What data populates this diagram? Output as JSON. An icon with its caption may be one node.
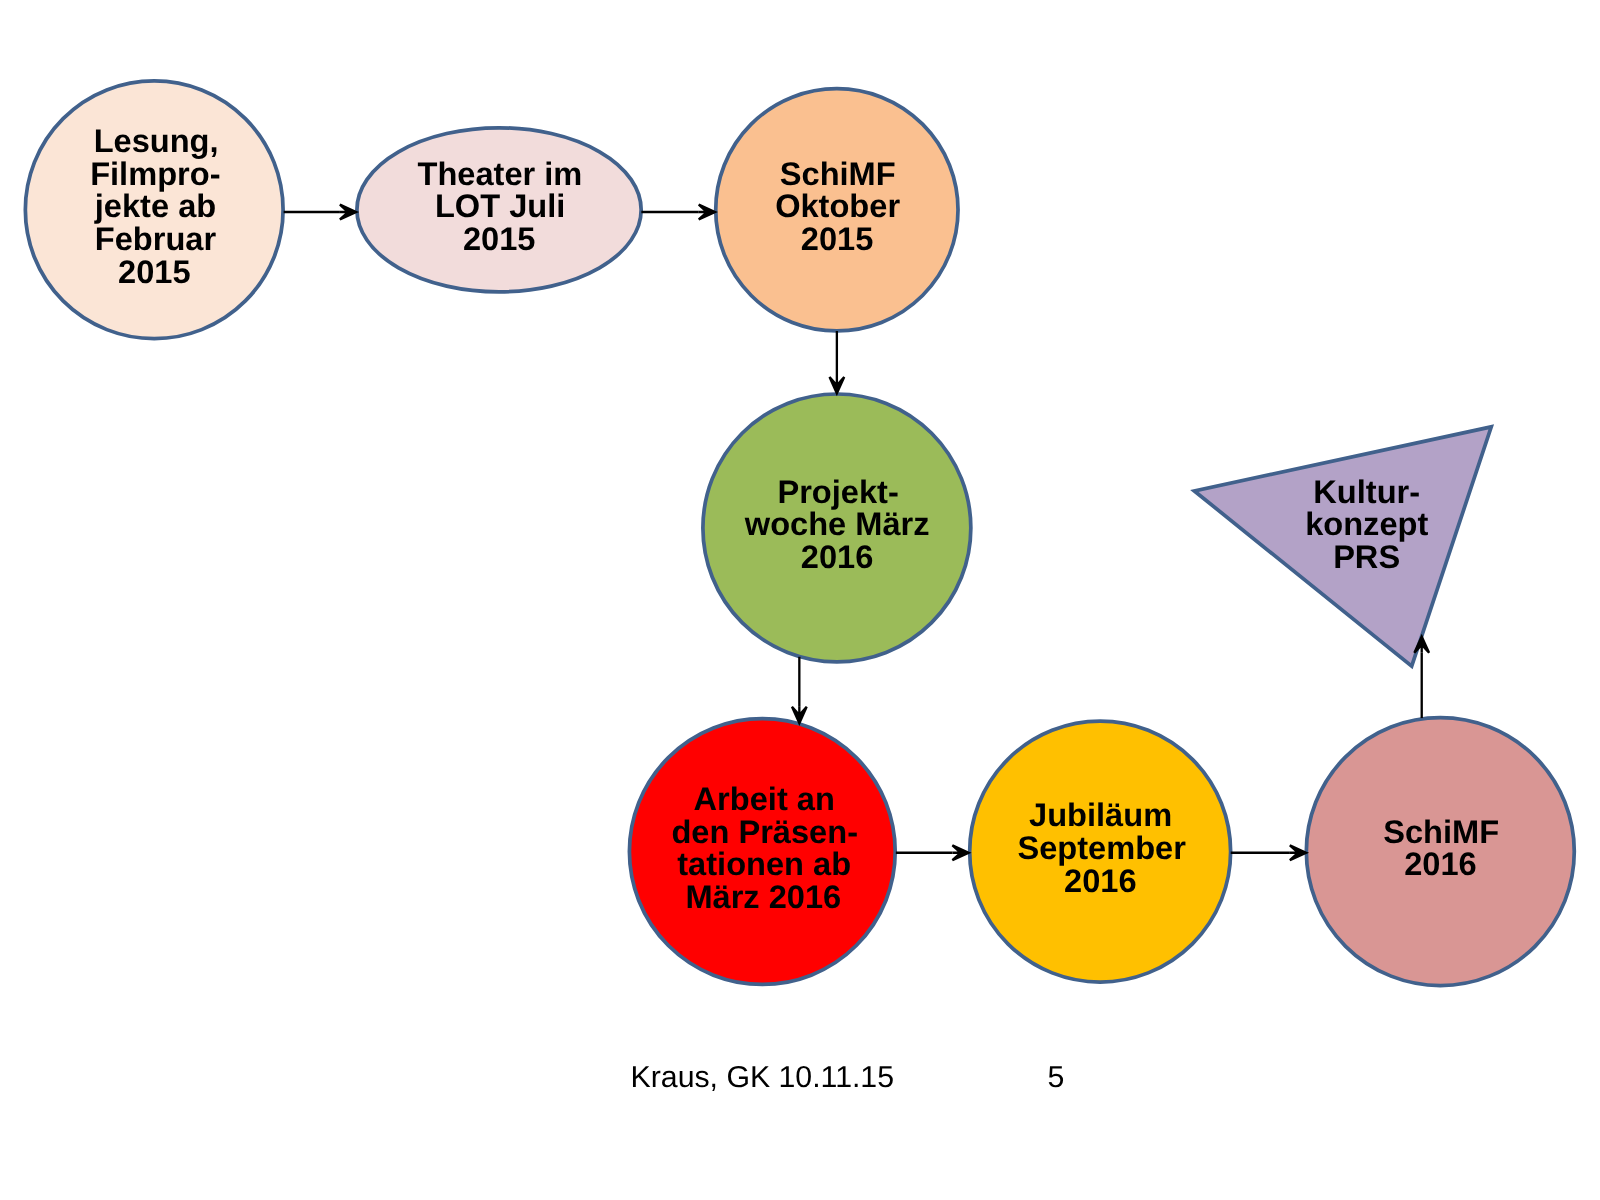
{
  "diagram": {
    "nodes": [
      {
        "text": [
          "Lesung, Filmpro- jekte ab Februar 2015"
        ]
      },
      {
        "text": [
          "Theater im LOT Juli 2015"
        ]
      },
      {
        "text": [
          "SchiMF Oktober 2015"
        ]
      },
      {
        "text": [
          "Projekt- woche März 2016"
        ]
      },
      {
        "text": [
          "Arbeit an den Präsen- tationen ab März 2016"
        ]
      },
      {
        "text": [
          "Jubiläum September 2016"
        ]
      },
      {
        "text": [
          "SchiMF 2016"
        ]
      },
      {
        "text": [
          "Kultur- konzept PRS"
        ]
      }
    ],
    "edges": [
      {
        "from": 0,
        "to": 1,
        "arrow": "to"
      },
      {
        "from": 1,
        "to": 2,
        "arrow": "to"
      },
      {
        "from": 2,
        "to": 3,
        "arrow": "to"
      },
      {
        "from": 3,
        "to": 4,
        "arrow": "to"
      },
      {
        "from": 4,
        "to": 5,
        "arrow": "to"
      },
      {
        "from": 5,
        "to": 6,
        "arrow": "to"
      },
      {
        "from": 6,
        "to": 7,
        "arrow": "to"
      }
    ],
    "labels": [
      "Kraus, GK 10.11.15",
      "5"
    ]
  }
}
